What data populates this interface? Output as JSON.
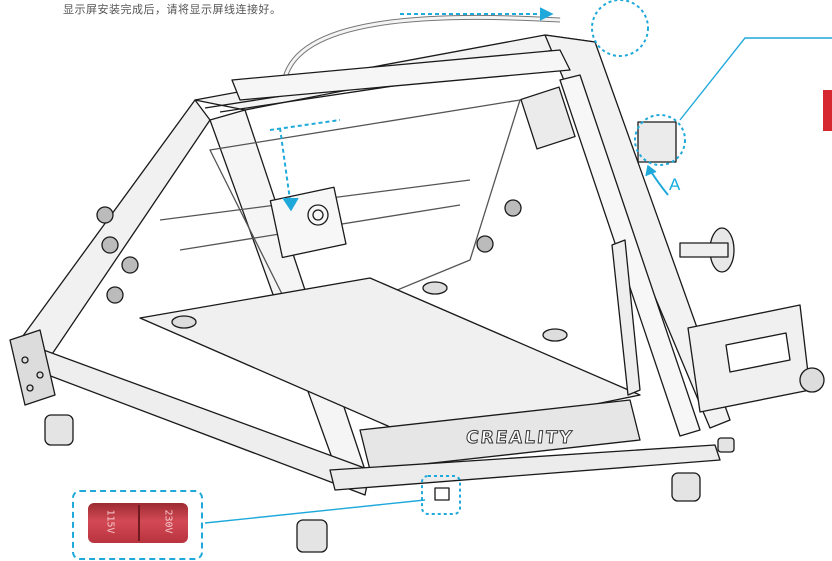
{
  "caption": "显示屏安装完成后，请将显示屏线连接好。",
  "callout_label": "A",
  "brand_text": "CREALITY",
  "switch": {
    "left_label": "115V",
    "right_label": "230V"
  },
  "colors": {
    "frame_stroke": "#1a1a1a",
    "accent_callout": "#1fa9da",
    "label_blue": "#18aee0",
    "switch_red": "#c13a44",
    "tab_red": "#d6282f"
  }
}
